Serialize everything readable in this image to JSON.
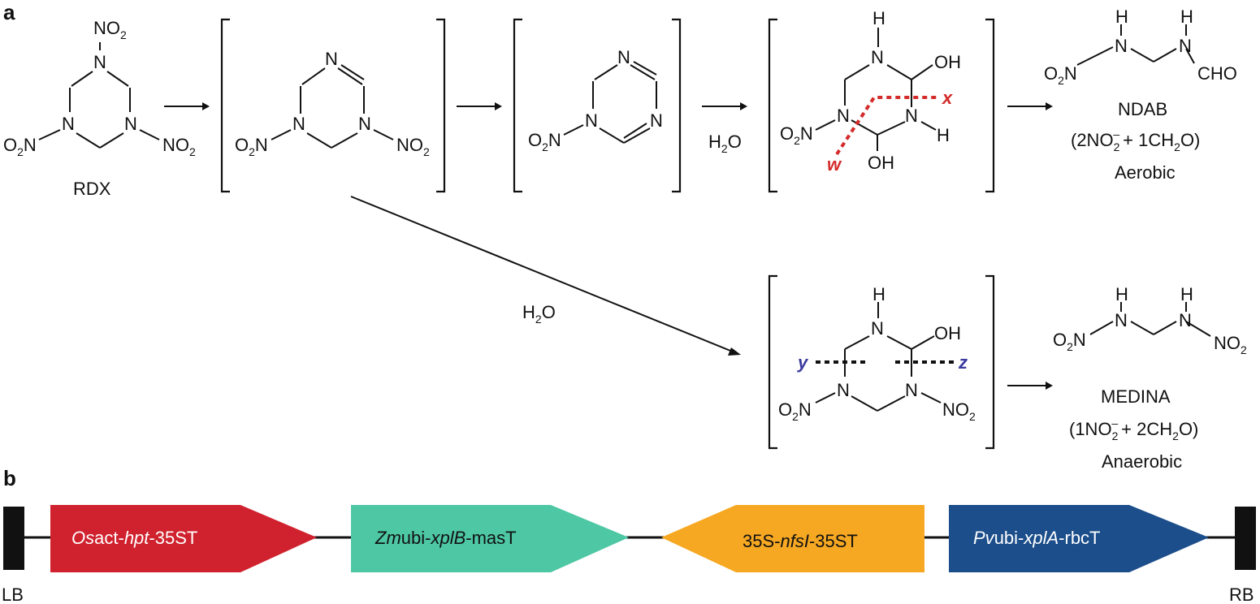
{
  "panels": {
    "a": "a",
    "b": "b"
  },
  "atoms": {
    "N": "N",
    "H": "H",
    "NO": "NO",
    "O": "O",
    "two": "2",
    "OH": "OH",
    "CHO": "CHO",
    "H2O_H": "H",
    "H2O_O": "O",
    "minus": "–"
  },
  "labels": {
    "rdx": "RDX",
    "ndab": "NDAB",
    "ndab_yield": "(2NO",
    "ndab_yield_tail": "+ 1CH",
    "ndab_yield_end": "O)",
    "aerobic": "Aerobic",
    "medina": "MEDINA",
    "medina_yield": "(1NO",
    "medina_yield_tail": "+ 2CH",
    "medina_yield_end": "O)",
    "anaerobic": "Anaerobic"
  },
  "cleavage": {
    "w": "w",
    "x": "x",
    "y": "y",
    "z": "z",
    "red": "#d42a2a",
    "blue": "#3a3aa0"
  },
  "construct": {
    "lb": "LB",
    "rb": "RB",
    "genes": [
      {
        "prefix": "Os",
        "mid_plain": "act-",
        "italic": "hpt",
        "suffix": "-35ST",
        "color": "#d0222e",
        "direction": "right"
      },
      {
        "prefix": "Zm",
        "mid_plain": "ubi-",
        "italic": "xplB",
        "suffix": "-masT",
        "color": "#4dc7a4",
        "direction": "right"
      },
      {
        "prefix": "35S-",
        "mid_plain": "",
        "italic": "nfsI",
        "suffix": "-35ST",
        "color": "#f6a822",
        "direction": "left"
      },
      {
        "prefix": "Pv",
        "mid_plain": "ubi-",
        "italic": "xplA",
        "suffix": "-rbcT",
        "color": "#1b4e8a",
        "direction": "right"
      }
    ]
  }
}
